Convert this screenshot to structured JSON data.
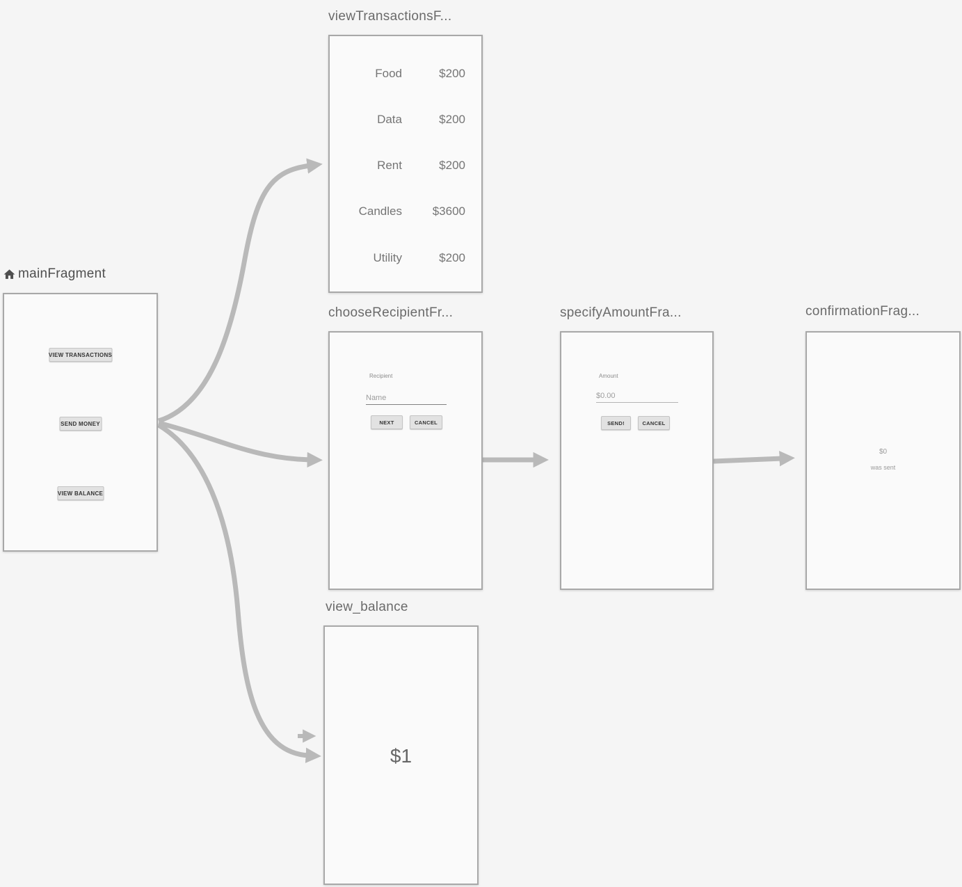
{
  "colors": {
    "background": "#f5f5f5",
    "card_bg": "#fafafa",
    "card_border": "#a8a8a8",
    "arrow": "#b9b9b9",
    "title_text": "#6a6a6a",
    "main_title_text": "#4f4f4f",
    "row_text": "#757575",
    "hint_text": "#9d9d9d",
    "field_label_text": "#8b8b8b",
    "button_bg": "#e2e2e2",
    "button_text": "#333333",
    "balance_text": "#666666",
    "confirmation_text": "#9a9a9a"
  },
  "fragments": {
    "main": {
      "title": "mainFragment",
      "icon": "home-icon",
      "buttons": [
        "VIEW TRANSACTIONS",
        "SEND MONEY",
        "VIEW BALANCE"
      ]
    },
    "transactions": {
      "title": "viewTransactionsF...",
      "rows": [
        {
          "label": "Food",
          "amount": "$200"
        },
        {
          "label": "Data",
          "amount": "$200"
        },
        {
          "label": "Rent",
          "amount": "$200"
        },
        {
          "label": "Candles",
          "amount": "$3600"
        },
        {
          "label": "Utility",
          "amount": "$200"
        }
      ]
    },
    "recipient": {
      "title": "chooseRecipientFr...",
      "field_label": "Recipient",
      "field_hint": "Name",
      "buttons": [
        "NEXT",
        "CANCEL"
      ]
    },
    "amount": {
      "title": "specifyAmountFra...",
      "field_label": "Amount",
      "field_hint": "$0.00",
      "buttons": [
        "SEND!",
        "CANCEL"
      ]
    },
    "confirmation": {
      "title": "confirmationFrag...",
      "amount_text": "$0",
      "message_text": "was sent"
    },
    "balance": {
      "title": "view_balance",
      "balance_text": "$1"
    }
  }
}
